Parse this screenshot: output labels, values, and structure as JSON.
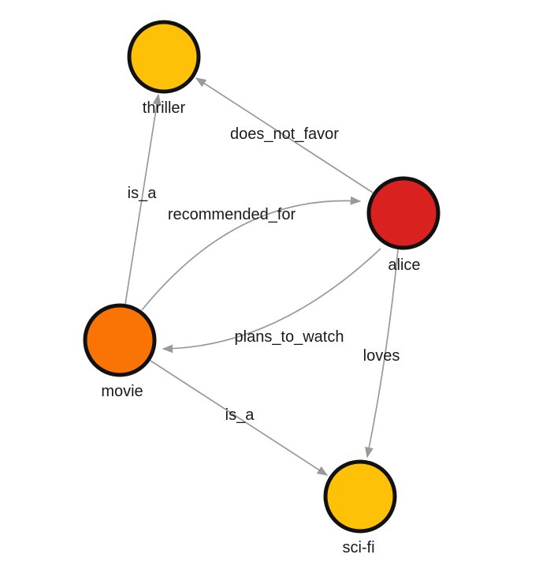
{
  "diagram": {
    "kind": "directed-knowledge-graph",
    "background_color": "#ffffff",
    "edge_color": "#999999",
    "node_border_color": "#111111",
    "label_color": "#1a1a1a"
  },
  "nodes": [
    {
      "id": "thriller",
      "label": "thriller",
      "color": "#FFC107"
    },
    {
      "id": "alice",
      "label": "alice",
      "color": "#D9221F"
    },
    {
      "id": "movie",
      "label": "movie",
      "color": "#F97405"
    },
    {
      "id": "sci-fi",
      "label": "sci-fi",
      "color": "#FFC107"
    }
  ],
  "edges": [
    {
      "from": "movie",
      "to": "thriller",
      "label": "is_a"
    },
    {
      "from": "alice",
      "to": "thriller",
      "label": "does_not_favor"
    },
    {
      "from": "movie",
      "to": "alice",
      "label": "recommended_for"
    },
    {
      "from": "alice",
      "to": "movie",
      "label": "plans_to_watch"
    },
    {
      "from": "alice",
      "to": "sci-fi",
      "label": "loves"
    },
    {
      "from": "movie",
      "to": "sci-fi",
      "label": "is_a"
    }
  ]
}
